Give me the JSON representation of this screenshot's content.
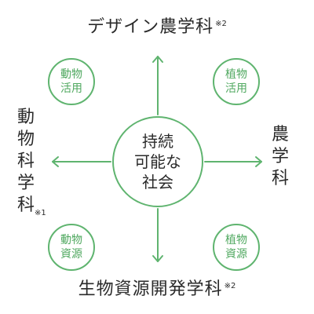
{
  "departments": {
    "top": {
      "name": "デザイン農学科",
      "note": "※2"
    },
    "bottom": {
      "name": "生物資源開発学科",
      "note": "※2"
    },
    "left": {
      "chars": [
        "動",
        "物",
        "科",
        "学",
        "科"
      ],
      "note": "※1"
    },
    "right": {
      "chars": [
        "農",
        "学",
        "科"
      ]
    }
  },
  "center": {
    "lines": [
      "持続",
      "可能な",
      "社会"
    ]
  },
  "themes": {
    "top_left": {
      "lines": [
        "動物",
        "活用"
      ]
    },
    "top_right": {
      "lines": [
        "植物",
        "活用"
      ]
    },
    "bottom_left": {
      "lines": [
        "動物",
        "資源"
      ]
    },
    "bottom_right": {
      "lines": [
        "植物",
        "資源"
      ]
    }
  },
  "colors": {
    "accent": "#5fb46f",
    "text": "#2a2a2a"
  }
}
